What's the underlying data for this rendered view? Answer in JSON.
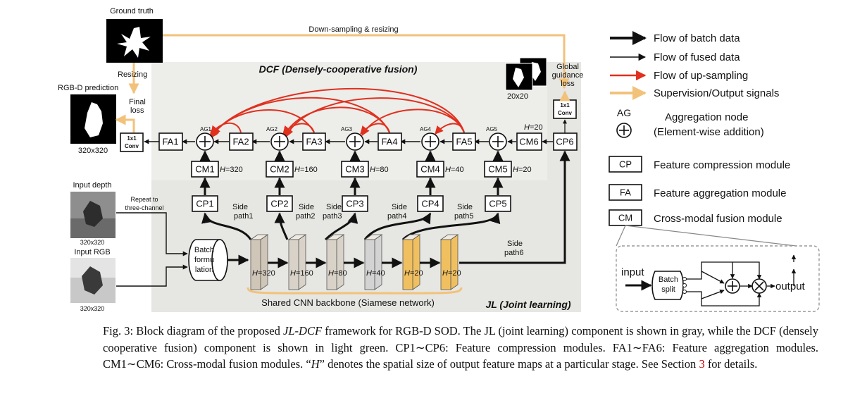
{
  "labels": {
    "ground_truth": "Ground truth",
    "downsampling": "Down-sampling & resizing",
    "dcf_title": "DCF (Densely-cooperative fusion)",
    "resizing": "Resizing",
    "rgbd_prediction": "RGB-D prediction",
    "final_loss_1": "Final",
    "final_loss_2": "loss",
    "size_320_pred": "320x320",
    "size_20": "20x20",
    "global_1": "Global",
    "global_2": "guidance",
    "global_3": "loss",
    "conv_1": "1x1",
    "conv_2": "Conv",
    "input_depth": "Input depth",
    "size_320_depth": "320x320",
    "input_rgb": "Input RGB",
    "size_320_rgb": "320x320",
    "repeat_1": "Repeat to",
    "repeat_2": "three-channel",
    "batch_1": "Batch",
    "batch_2": "formu",
    "batch_3": "lation",
    "shared_backbone": "Shared CNN backbone (Siamese network)",
    "jl_title": "JL (Joint learning)",
    "side": "Side",
    "path1": "path1",
    "path2": "path2",
    "path3": "path3",
    "path4": "path4",
    "path5": "path5",
    "path6": "path6",
    "h_eq": "H="
  },
  "modules": {
    "fa": [
      "FA1",
      "FA2",
      "FA3",
      "FA4",
      "FA5"
    ],
    "cm": [
      "CM1",
      "CM2",
      "CM3",
      "CM4",
      "CM5",
      "CM6"
    ],
    "cp": [
      "CP1",
      "CP2",
      "CP3",
      "CP4",
      "CP5",
      "CP6"
    ],
    "ag": [
      "AG1",
      "AG2",
      "AG3",
      "AG4",
      "AG5"
    ],
    "cm_h": [
      "320",
      "160",
      "80",
      "40",
      "20"
    ],
    "cm6_h": "20",
    "backbone_h": [
      "320",
      "160",
      "80",
      "40",
      "20",
      "20"
    ]
  },
  "legend": {
    "batch_flow": "Flow of batch data",
    "fused_flow": "Flow of fused data",
    "upsampling_flow": "Flow of up-sampling",
    "supervision": "Supervision/Output signals",
    "ag_abbr": "AG",
    "ag_name_1": "Aggregation node",
    "ag_name_2": "(Element-wise addition)",
    "cp_abbr": "CP",
    "cp_name": "Feature compression module",
    "fa_abbr": "FA",
    "fa_name": "Feature aggregation module",
    "cm_abbr": "CM",
    "cm_name": "Cross-modal fusion module",
    "inset_input": "input",
    "inset_batch_1": "Batch",
    "inset_batch_2": "split",
    "inset_output": "output"
  },
  "caption": {
    "p1": "Fig. 3: Block diagram of the proposed ",
    "p1_em": "JL-DCF",
    "p2": " framework for RGB-D SOD. The JL (joint learning) component is shown in gray, while the DCF (densely cooperative fusion) component is shown in light green. CP1∼CP6: Feature compression modules. FA1∼FA6: Feature aggregation modules. CM1∼CM6: Cross-modal fusion modules. “",
    "p2_em": "H",
    "p3": "” denotes the spatial size of output feature maps at a particular stage. See Section ",
    "ref": "3",
    "p4": " for details."
  },
  "colors": {
    "jl_bg": "#e6e6e2",
    "dcf_bg": "#ededea",
    "upsample": "#e0301e",
    "supervision": "#f2c27a",
    "backbone_gray": "#d8d2c8",
    "backbone_orange": "#f0c060"
  }
}
